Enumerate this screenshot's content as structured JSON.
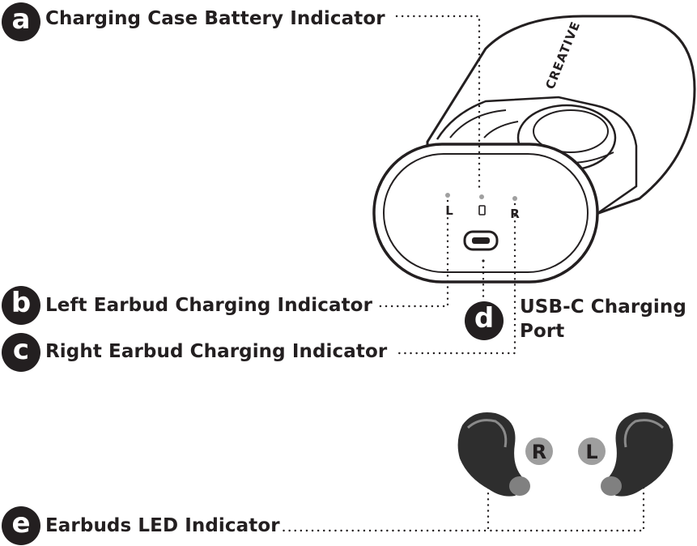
{
  "callouts": [
    {
      "letter": "a",
      "text": "Charging Case Battery Indicator"
    },
    {
      "letter": "b",
      "text": "Left Earbud Charging Indicator"
    },
    {
      "letter": "c",
      "text": "Right Earbud Charging Indicator"
    },
    {
      "letter": "d",
      "text_line1": "USB-C Charging",
      "text_line2": "Port"
    },
    {
      "letter": "e",
      "text": "Earbuds LED Indicator"
    }
  ],
  "case": {
    "brand": "CREATIVE",
    "left_marker": "L",
    "right_marker": "R"
  },
  "earbuds": {
    "right_tag": "R",
    "left_tag": "L"
  },
  "colors": {
    "badge": "#231f20",
    "ink": "#231f20",
    "tag": "#9e9e9e",
    "led": "#a0a0a0",
    "earbud": "#2e2e2e",
    "ear_tip": "#808080"
  }
}
